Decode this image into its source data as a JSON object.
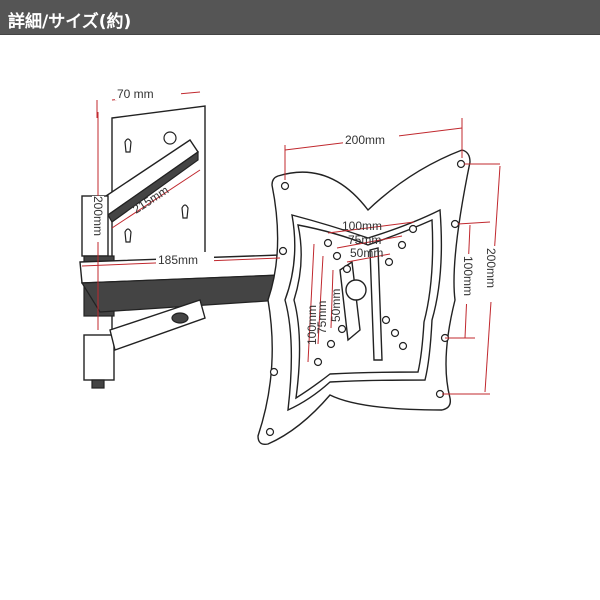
{
  "header": {
    "title": "詳細/サイズ(約)"
  },
  "colors": {
    "header_bg": "#555555",
    "dimension_line": "#c0282e"
  },
  "dimensions": {
    "wall_plate_width": "70 mm",
    "arm_diagonal": "215mm",
    "wall_plate_height": "200mm",
    "arm_length": "185mm",
    "vesa_top_width": "200mm",
    "vesa_h_100": "100mm",
    "vesa_h_75": "75mm",
    "vesa_h_50": "50mm",
    "vesa_v_100": "100mm",
    "vesa_v_75": "75mm",
    "vesa_v_50": "50mm",
    "vesa_right_100": "100mm",
    "vesa_right_200": "200mm"
  }
}
